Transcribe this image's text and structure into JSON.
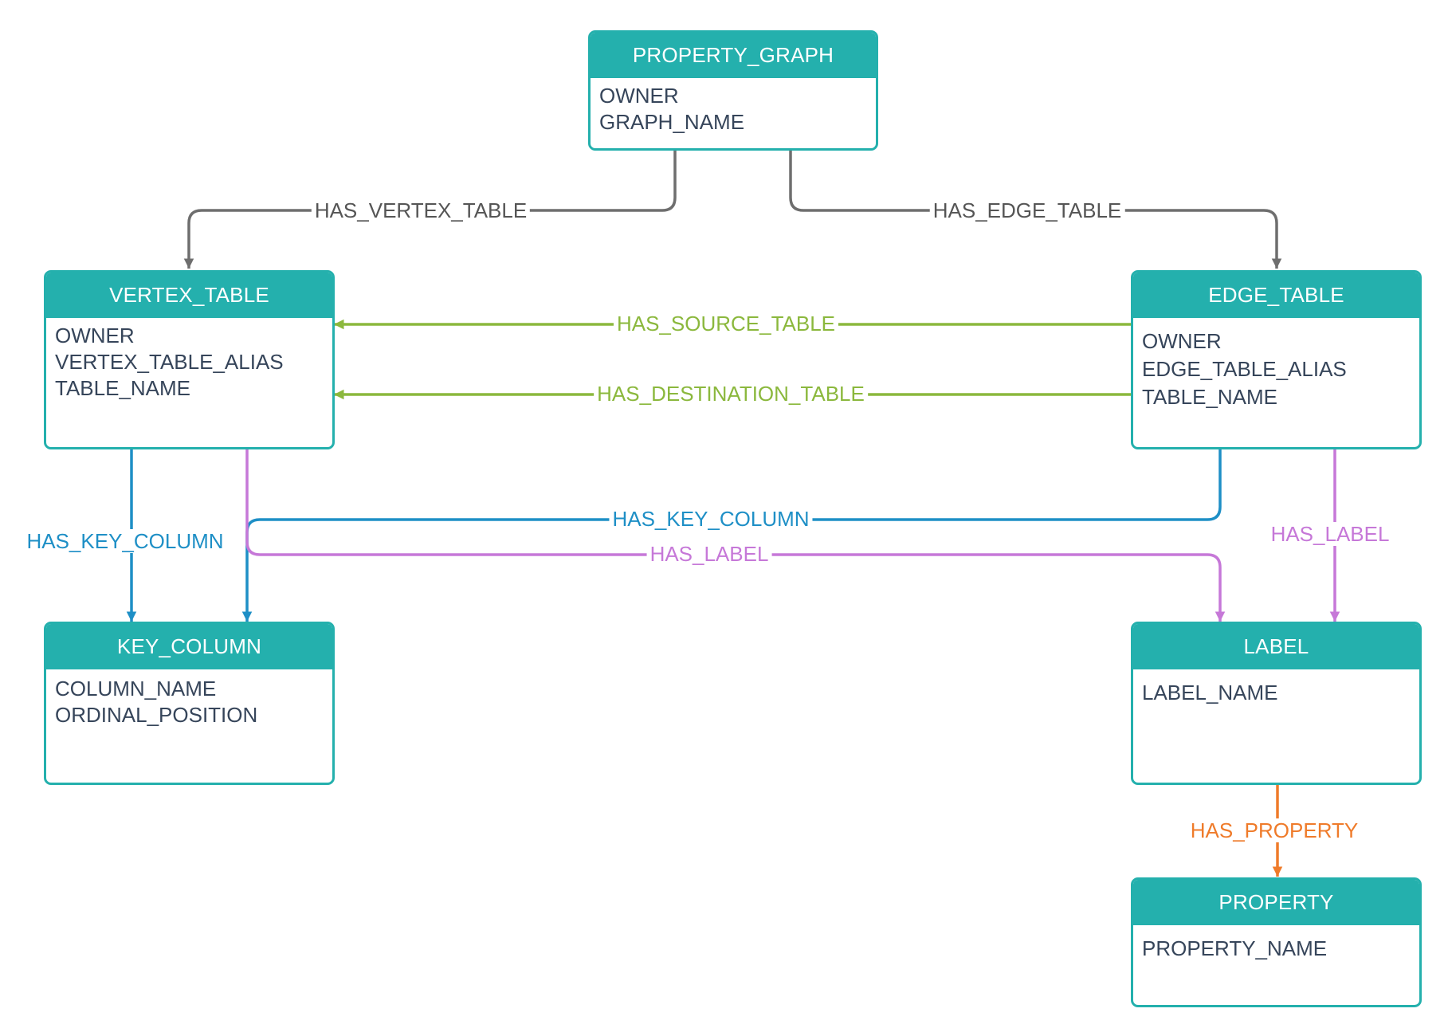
{
  "colors": {
    "entity": "#24b0ad",
    "field_text": "#36455a",
    "gray": "#6e6e6e",
    "green": "#8bb83d",
    "blue": "#1e8fc6",
    "purple": "#c678d8",
    "orange": "#ef7b2a"
  },
  "entities": {
    "property_graph": {
      "title": "PROPERTY_GRAPH",
      "fields": [
        "OWNER",
        "GRAPH_NAME"
      ]
    },
    "vertex_table": {
      "title": "VERTEX_TABLE",
      "fields": [
        "OWNER",
        "VERTEX_TABLE_ALIAS",
        "TABLE_NAME"
      ]
    },
    "edge_table": {
      "title": "EDGE_TABLE",
      "fields": [
        "OWNER",
        "EDGE_TABLE_ALIAS",
        "TABLE_NAME"
      ]
    },
    "key_column": {
      "title": "KEY_COLUMN",
      "fields": [
        "COLUMN_NAME",
        "ORDINAL_POSITION"
      ]
    },
    "label": {
      "title": "LABEL",
      "fields": [
        "LABEL_NAME"
      ]
    },
    "property": {
      "title": "PROPERTY",
      "fields": [
        "PROPERTY_NAME"
      ]
    }
  },
  "relationships": {
    "has_vertex_table": "HAS_VERTEX_TABLE",
    "has_edge_table": "HAS_EDGE_TABLE",
    "has_source_table": "HAS_SOURCE_TABLE",
    "has_destination_table": "HAS_DESTINATION_TABLE",
    "vertex_has_key_column": "HAS_KEY_COLUMN",
    "edge_has_key_column": "HAS_KEY_COLUMN",
    "vertex_has_label": "HAS_LABEL",
    "edge_has_label": "HAS_LABEL",
    "has_property": "HAS_PROPERTY"
  }
}
